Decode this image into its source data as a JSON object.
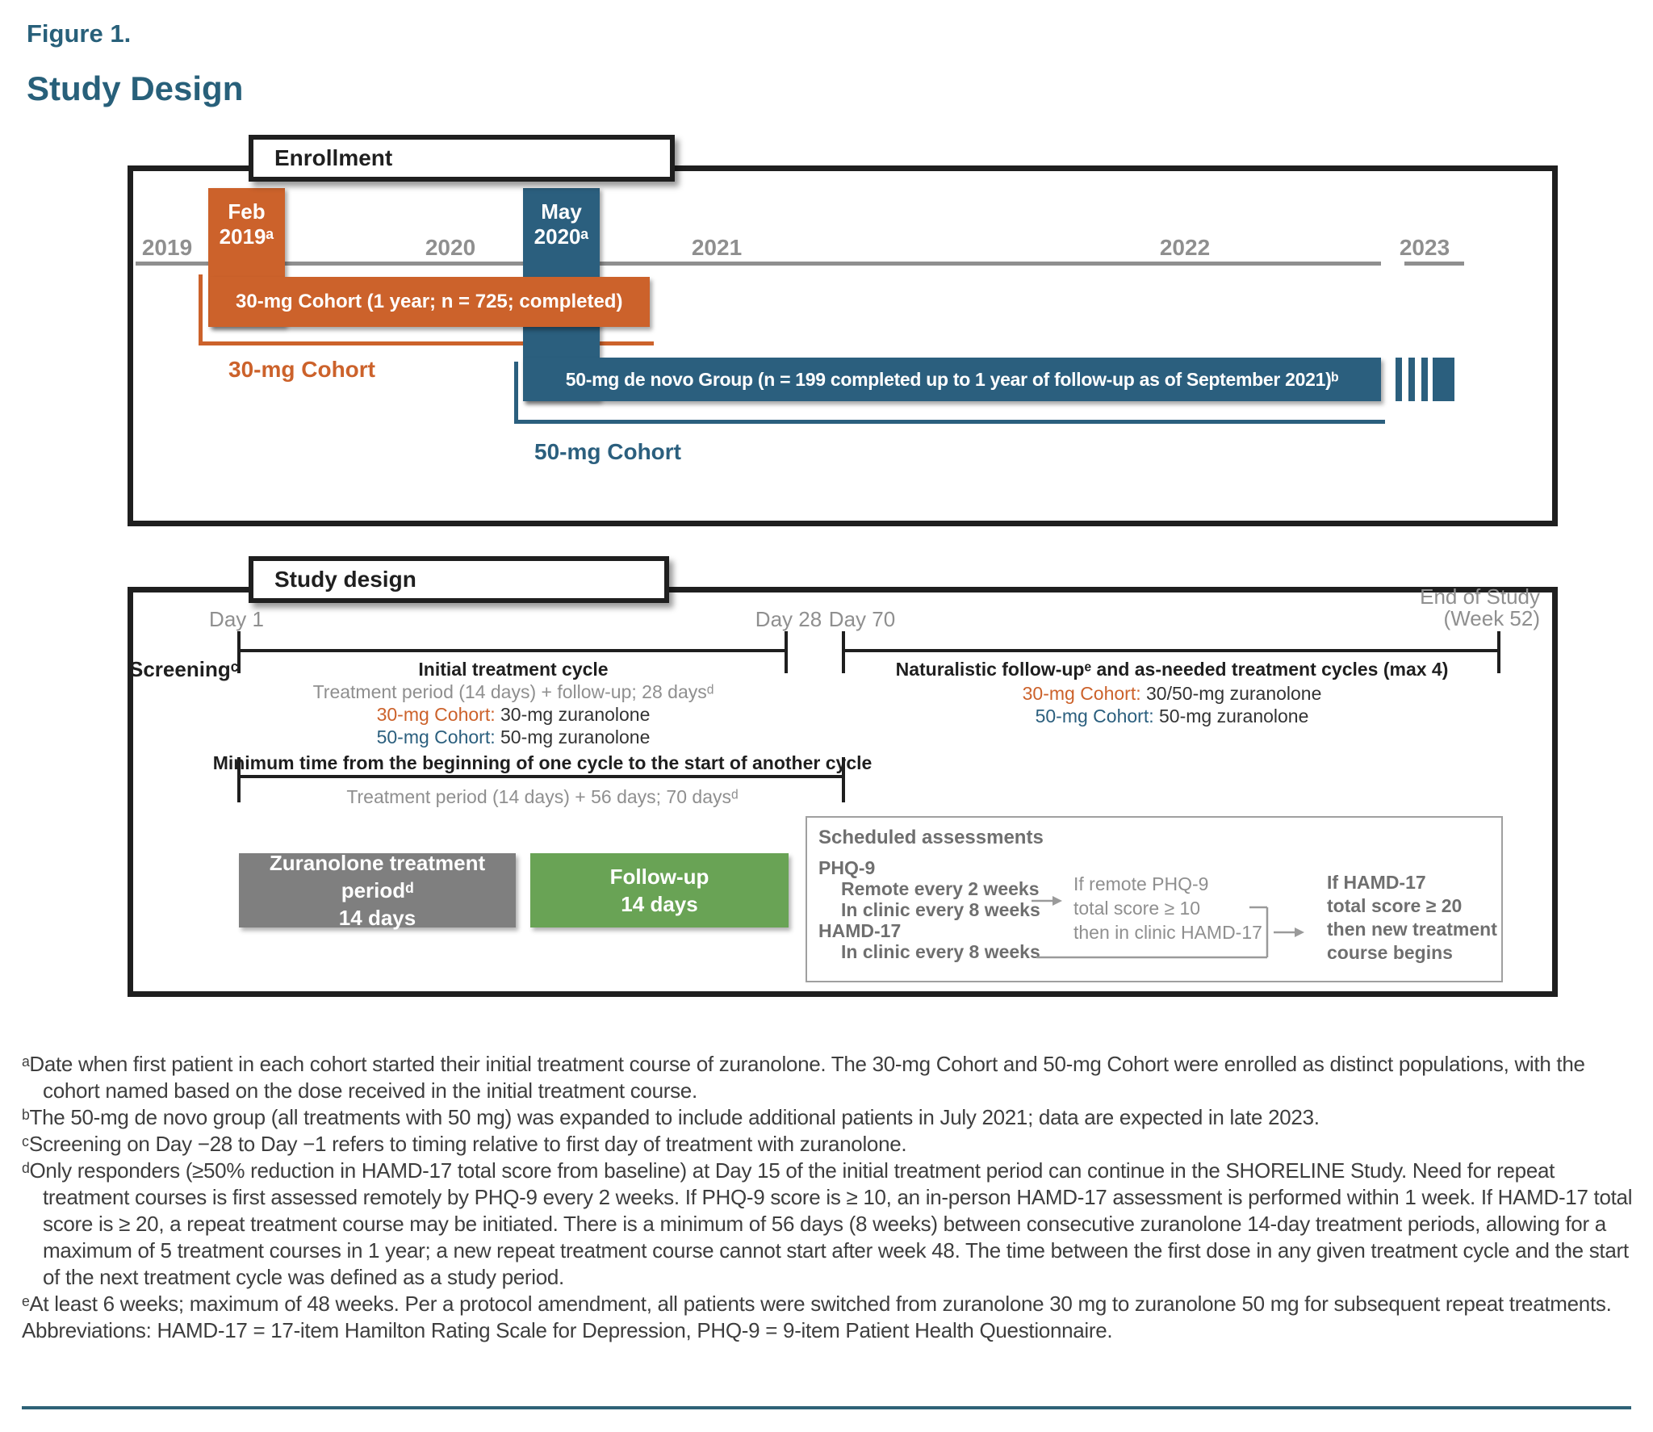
{
  "figure": {
    "label": "Figure 1.",
    "title": "Study Design"
  },
  "colors": {
    "accent_teal": "#28607A",
    "orange": "#CC622B",
    "blue": "#2B5F7E",
    "gray_box": "#7F7F7F",
    "green_box": "#69A355",
    "timeline_gray": "#8F8F8F",
    "border_black": "#1F1F1F",
    "assessment_gray": "#6F6F6F"
  },
  "enrollment": {
    "panel_label": "Enrollment",
    "years": [
      "2019",
      "2020",
      "2021",
      "2022",
      "2023"
    ],
    "markers": {
      "feb": {
        "line1": "Feb",
        "line2": "2019ᵃ"
      },
      "may": {
        "line1": "May",
        "line2": "2020ᵃ"
      }
    },
    "bar30": {
      "label": "30-mg Cohort (1 year; n = 725; completed)"
    },
    "bar50": {
      "label": "50-mg de novo Group (n = 199 completed up to 1 year of follow-up as of September 2021)ᵇ"
    },
    "cohort30_label": "30-mg Cohort",
    "cohort50_label": "50-mg Cohort"
  },
  "sd": {
    "panel_label": "Study design",
    "days": {
      "day1": "Day 1",
      "day28": "Day 28",
      "day70": "Day 70",
      "end1": "End of Study",
      "end2": "(Week 52)"
    },
    "screening": "Screeningᶜ",
    "initial": {
      "title": "Initial treatment cycle",
      "subtitle": "Treatment period (14 days) + follow-up; 28 daysᵈ",
      "r30p": "30-mg Cohort:",
      "r30t": " 30-mg zuranolone",
      "r50p": "50-mg Cohort:",
      "r50t": " 50-mg zuranolone"
    },
    "nat": {
      "title": "Naturalistic follow-upᵉ and as-needed treatment cycles (max 4)",
      "r30p": "30-mg Cohort:",
      "r30t": " 30/50-mg zuranolone",
      "r50p": "50-mg Cohort:",
      "r50t": " 50-mg zuranolone"
    },
    "min": {
      "title": "Minimum time from the beginning of one cycle to the start of another cycle",
      "subtitle": "Treatment period (14 days) + 56 days; 70 daysᵈ"
    },
    "gray_box": {
      "line1": "Zuranolone treatment periodᵈ",
      "line2": "14 days"
    },
    "green_box": {
      "line1": "Follow-up",
      "line2": "14 days"
    },
    "assess": {
      "title": "Scheduled assessments",
      "items": [
        "PHQ-9",
        "Remote every 2 weeks",
        "In clinic every 8 weeks",
        "HAMD-17",
        "In clinic every 8 weeks"
      ],
      "mid": [
        "If remote PHQ-9",
        "total score ≥ 10",
        "then in clinic HAMD-17"
      ],
      "right": [
        "If HAMD-17",
        "total score ≥ 20",
        "then new treatment",
        "course begins"
      ]
    }
  },
  "footnotes": [
    "ᵃDate when first patient in each cohort started their initial treatment course of zuranolone. The 30-mg Cohort and 50-mg Cohort were enrolled as distinct populations, with the cohort named based on the dose received in the initial treatment course.",
    "ᵇThe 50-mg de novo group (all treatments with 50 mg) was expanded to include additional patients in July 2021; data are expected in late 2023.",
    "ᶜScreening on Day −28 to Day −1 refers to timing relative to first day of treatment with zuranolone.",
    "ᵈOnly responders (≥50% reduction in HAMD-17 total score from baseline) at Day 15 of the initial treatment period can continue in the SHORELINE Study. Need for repeat treatment courses is first assessed remotely by PHQ-9 every 2 weeks. If PHQ-9 score is ≥ 10, an in-person HAMD-17 assessment is performed within 1 week. If HAMD-17 total score is ≥ 20, a repeat treatment course may be initiated. There is a minimum of 56 days (8 weeks) between consecutive zuranolone 14-day treatment periods, allowing for a maximum of 5 treatment courses in 1 year; a new repeat treatment course cannot start after week 48. The time between the first dose in any given treatment cycle and the start of the next treatment cycle was defined as a study period.",
    "ᵉAt least 6 weeks; maximum of 48 weeks. Per a protocol amendment, all patients were switched from zuranolone 30 mg to zuranolone 50 mg for subsequent repeat treatments."
  ],
  "abbreviations": "Abbreviations: HAMD-17 = 17-item Hamilton Rating Scale for Depression, PHQ-9 = 9-item Patient Health Questionnaire."
}
